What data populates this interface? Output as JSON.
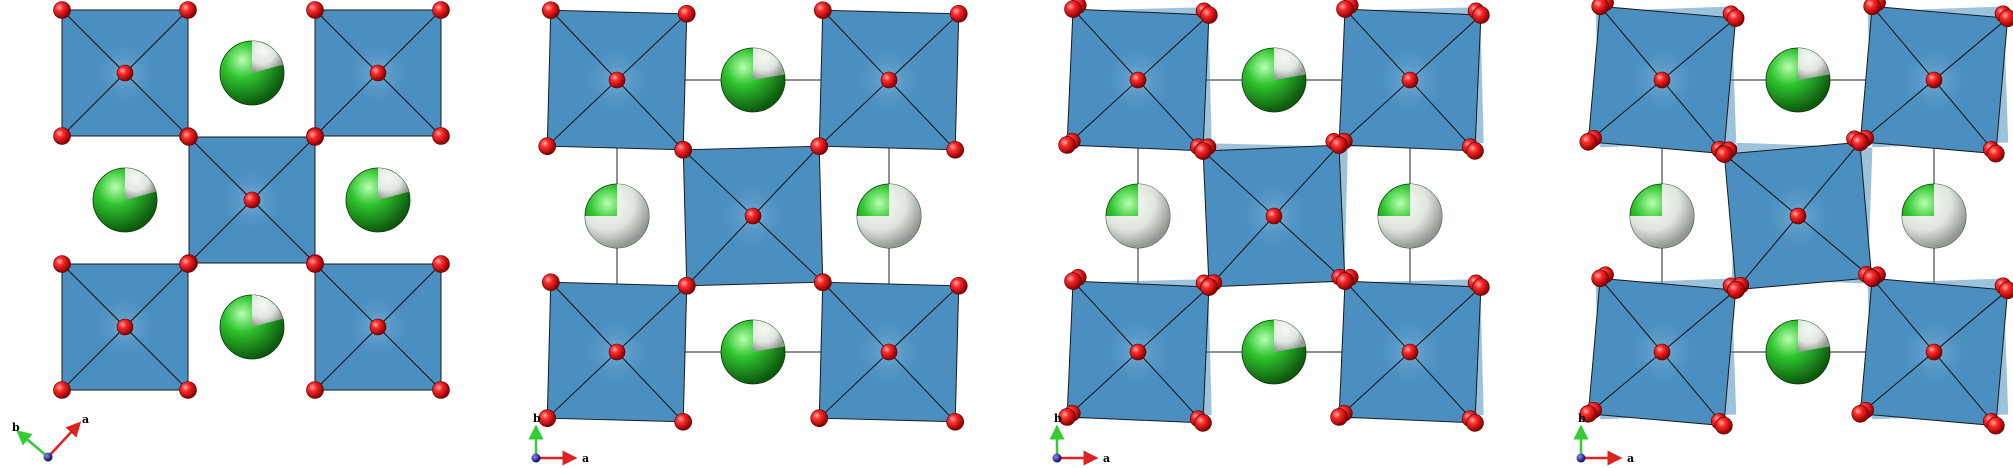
{
  "figure": {
    "panels": [
      {
        "id": "panel-1",
        "axes": {
          "type": "rotated",
          "labels": [
            "b",
            "a"
          ]
        }
      },
      {
        "id": "panel-2",
        "axes": {
          "type": "orthogonal",
          "labels": [
            "b",
            "a"
          ]
        }
      },
      {
        "id": "panel-3",
        "axes": {
          "type": "orthogonal",
          "labels": [
            "b",
            "a"
          ]
        }
      },
      {
        "id": "panel-4",
        "axes": {
          "type": "orthogonal",
          "labels": [
            "b",
            "a"
          ]
        }
      }
    ],
    "colors": {
      "octahedron": "#4a8fc0",
      "octahedron_edge": "#1a1a1a",
      "oxygen": "#e01010",
      "cation_green": "#22b022",
      "cation_white": "#f0f0f0",
      "axis_b": "#33cc33",
      "axis_a": "#dd2222",
      "axis_c": "#1a1aa0"
    }
  }
}
